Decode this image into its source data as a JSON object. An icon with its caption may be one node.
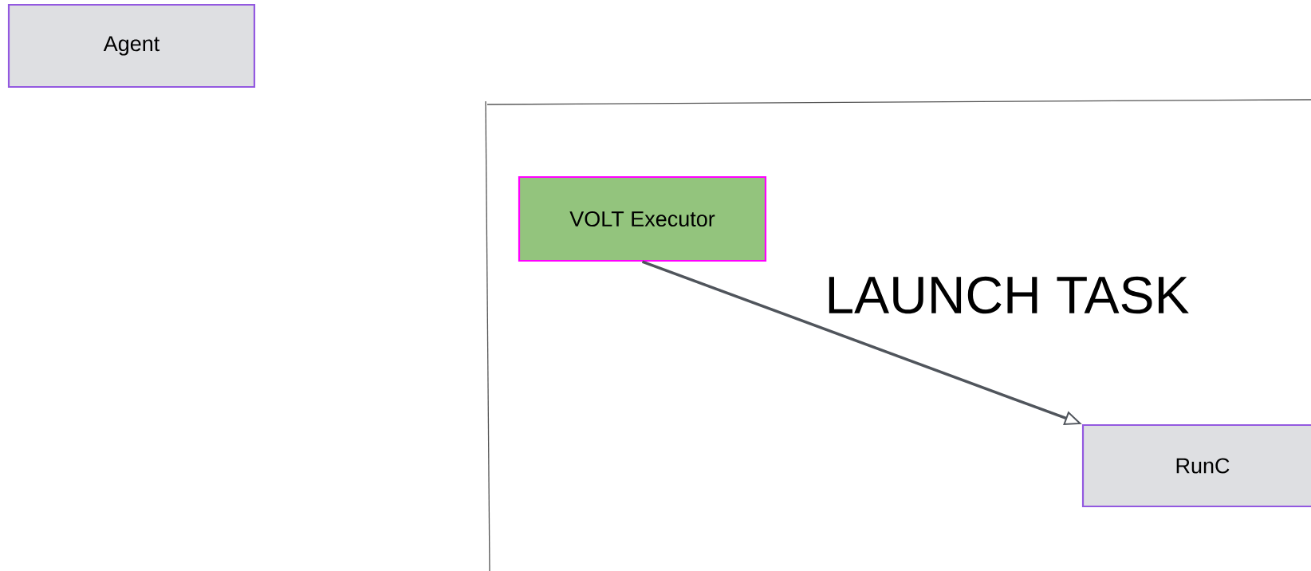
{
  "diagram": {
    "nodes": [
      {
        "text": [
          "Agent"
        ]
      },
      {
        "text": [],
        "shape": "box"
      },
      {
        "text": [
          "VOLT Executor"
        ],
        "in": 1
      },
      {
        "text": [
          "RunC"
        ],
        "in": 1
      }
    ],
    "edges": [
      {
        "from": 2,
        "to": 3,
        "arrow": "to",
        "label": "LAUNCH TASK"
      }
    ]
  }
}
